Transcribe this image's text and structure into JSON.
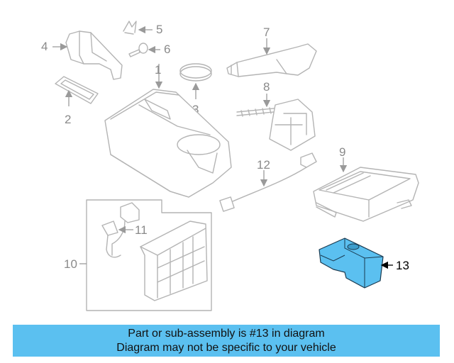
{
  "callouts": {
    "c1": "1",
    "c2": "2",
    "c3": "3",
    "c4": "4",
    "c5": "5",
    "c6": "6",
    "c7": "7",
    "c8": "8",
    "c9": "9",
    "c10": "10",
    "c11": "11",
    "c12": "12",
    "c13": "13"
  },
  "highlight_color": "#5bc0f0",
  "banner": {
    "line1": "Part or sub-assembly is #13 in diagram",
    "line2": "Diagram may not be specific to your vehicle"
  }
}
